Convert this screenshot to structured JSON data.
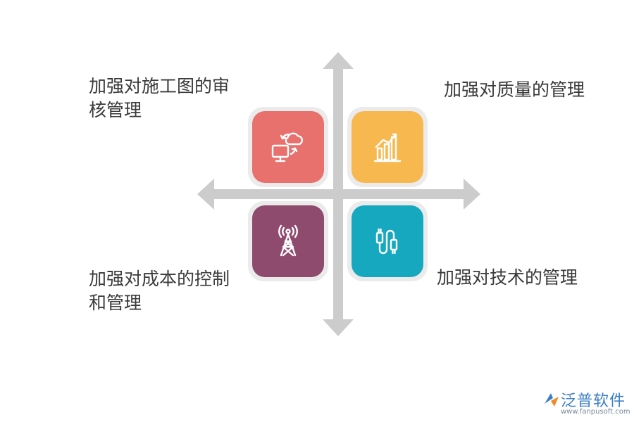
{
  "quadrants": {
    "top_left": {
      "text_line1": "加强对施工图的审",
      "text_line2": "核管理",
      "color": "#e8706d",
      "icon": "cloud-sync-icon"
    },
    "top_right": {
      "text": "加强对质量的管理",
      "color": "#f7b84f",
      "icon": "bar-chart-icon"
    },
    "bottom_left": {
      "text_line1": "加强对成本的控制",
      "text_line2": "和管理",
      "color": "#8e4b6e",
      "icon": "radio-tower-icon"
    },
    "bottom_right": {
      "text": "加强对技术的管理",
      "color": "#16a8bf",
      "icon": "cable-connector-icon"
    }
  },
  "axis_color": "#cccccc",
  "logo": {
    "name": "泛普软件",
    "url": "www.fanpusoft.com"
  }
}
